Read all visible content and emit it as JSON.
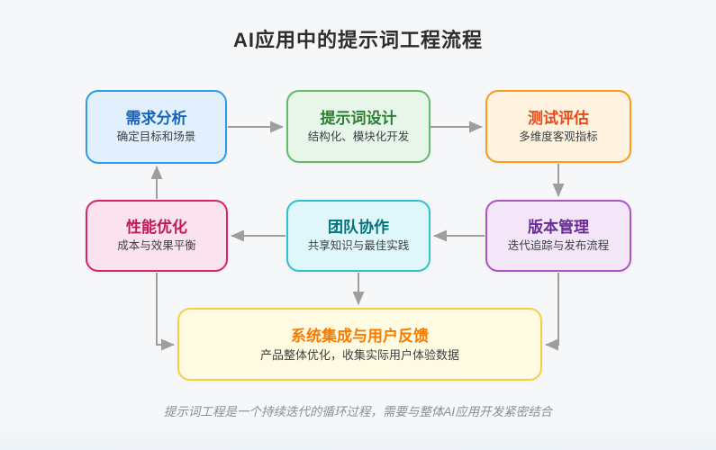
{
  "page": {
    "title": "AI应用中的提示词工程流程",
    "caption": "提示词工程是一个持续迭代的循环过程，需要与整体AI应用开发紧密结合",
    "background_color": "#f6f7f9",
    "arrow_color": "#9e9e9e"
  },
  "nodes": {
    "requirements": {
      "title": "需求分析",
      "subtitle": "确定目标和场景",
      "border_color": "#2f9be5",
      "fill_color": "#e1f0fc",
      "title_color": "#1565c0"
    },
    "design": {
      "title": "提示词设计",
      "subtitle": "结构化、模块化开发",
      "border_color": "#63bb6a",
      "fill_color": "#e8f5e9",
      "title_color": "#2e7d32"
    },
    "testing": {
      "title": "测试评估",
      "subtitle": "多维度客观指标",
      "border_color": "#f79d1e",
      "fill_color": "#fff3e0",
      "title_color": "#e64a19"
    },
    "performance": {
      "title": "性能优化",
      "subtitle": "成本与效果平衡",
      "border_color": "#d92566",
      "fill_color": "#fbe3ed",
      "title_color": "#c2185b"
    },
    "collaboration": {
      "title": "团队协作",
      "subtitle": "共享知识与最佳实践",
      "border_color": "#2fc0cf",
      "fill_color": "#dff7fa",
      "title_color": "#00727c"
    },
    "version": {
      "title": "版本管理",
      "subtitle": "迭代追踪与发布流程",
      "border_color": "#ae52c5",
      "fill_color": "#f4e6f9",
      "title_color": "#682b95"
    },
    "integration": {
      "title": "系统集成与用户反馈",
      "subtitle": "产品整体优化，收集实际用户体验数据",
      "border_color": "#f2d23c",
      "fill_color": "#fffbe3",
      "title_color": "#f57c00"
    }
  },
  "edges": [
    {
      "from": "requirements",
      "to": "design"
    },
    {
      "from": "design",
      "to": "testing"
    },
    {
      "from": "testing",
      "to": "version"
    },
    {
      "from": "version",
      "to": "collaboration"
    },
    {
      "from": "collaboration",
      "to": "performance"
    },
    {
      "from": "performance",
      "to": "requirements"
    },
    {
      "from": "performance",
      "to": "integration"
    },
    {
      "from": "collaboration",
      "to": "integration"
    },
    {
      "from": "version",
      "to": "integration"
    }
  ]
}
